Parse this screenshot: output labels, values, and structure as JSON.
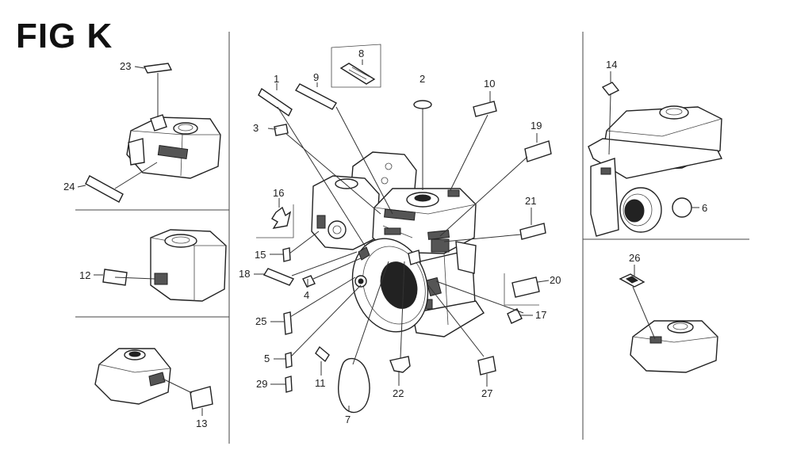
{
  "title": "FIG K",
  "callouts": [
    {
      "id": "1",
      "label": "1"
    },
    {
      "id": "2",
      "label": "2"
    },
    {
      "id": "3",
      "label": "3"
    },
    {
      "id": "4",
      "label": "4"
    },
    {
      "id": "5",
      "label": "5"
    },
    {
      "id": "6",
      "label": "6"
    },
    {
      "id": "7",
      "label": "7"
    },
    {
      "id": "8",
      "label": "8"
    },
    {
      "id": "9",
      "label": "9"
    },
    {
      "id": "10",
      "label": "10"
    },
    {
      "id": "11",
      "label": "11"
    },
    {
      "id": "12",
      "label": "12"
    },
    {
      "id": "13",
      "label": "13"
    },
    {
      "id": "14",
      "label": "14"
    },
    {
      "id": "15",
      "label": "15"
    },
    {
      "id": "16",
      "label": "16"
    },
    {
      "id": "17",
      "label": "17"
    },
    {
      "id": "18",
      "label": "18"
    },
    {
      "id": "19",
      "label": "19"
    },
    {
      "id": "20",
      "label": "20"
    },
    {
      "id": "21",
      "label": "21"
    },
    {
      "id": "22",
      "label": "22"
    },
    {
      "id": "23",
      "label": "23"
    },
    {
      "id": "24",
      "label": "24"
    },
    {
      "id": "25",
      "label": "25"
    },
    {
      "id": "26",
      "label": "26"
    },
    {
      "id": "27",
      "label": "27"
    },
    {
      "id": "29",
      "label": "29"
    }
  ]
}
